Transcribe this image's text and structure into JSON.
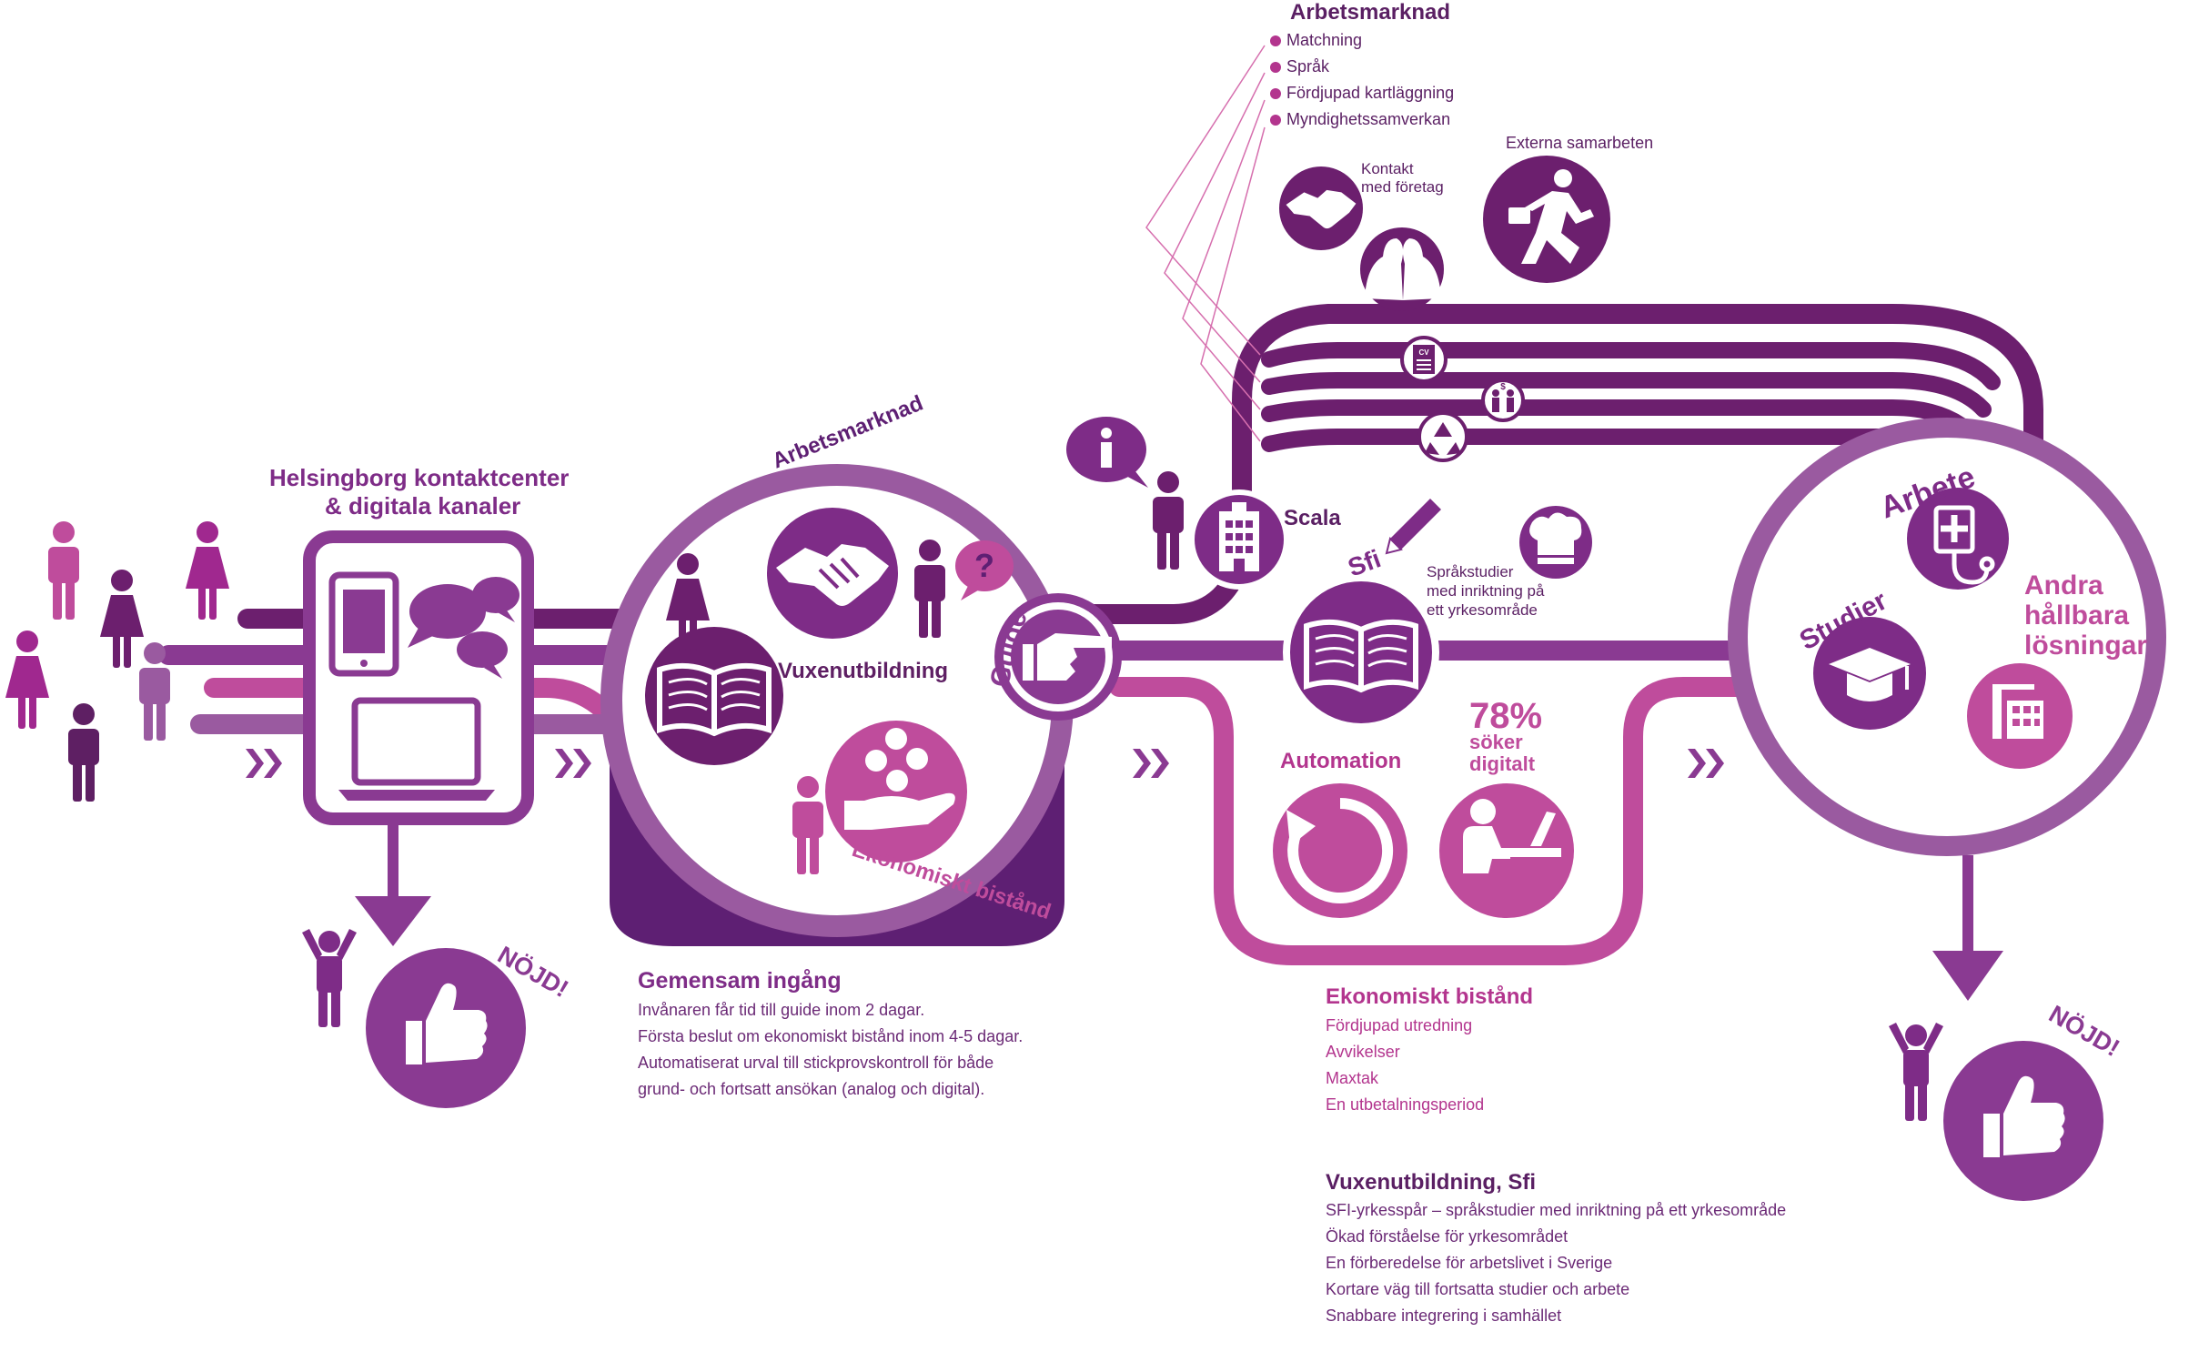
{
  "kontaktcenter": {
    "title_line1": "Helsingborg kontaktcenter",
    "title_line2": "& digitala kanaler"
  },
  "nojd_label": "NÖJD!",
  "hub": {
    "arbetsmarknad": "Arbetsmarknad",
    "vuxenutbildning": "Vuxenutbildning",
    "ekonomiskt": "Ekonomiskt bistånd",
    "guide": "Guide"
  },
  "gemensam": {
    "title": "Gemensam ingång",
    "lines": [
      "Invånaren får tid till guide inom 2 dagar.",
      "Första beslut om ekonomiskt bistånd inom 4-5 dagar.",
      "Automatiserat urval till stickprovskontroll för både",
      "grund- och fortsatt ansökan (analog och digital)."
    ]
  },
  "arbetsmarknad_top": {
    "title": "Arbetsmarknad",
    "items": [
      "Matchning",
      "Språk",
      "Fördjupad kartläggning",
      "Myndighetssamverkan"
    ]
  },
  "kontakt": {
    "line1": "Kontakt",
    "line2": "med företag"
  },
  "externa": "Externa samarbeten",
  "scala": "Scala",
  "sfi": "Sfi",
  "sprak": {
    "line1": "Språkstudier",
    "line2": "med inriktning på",
    "line3": "ett yrkesområde"
  },
  "automation": "Automation",
  "stat": {
    "value": "78%",
    "line1": "söker",
    "line2": "digitalt"
  },
  "cv_label": "CV",
  "ekonomiskt_panel": {
    "title": "Ekonomiskt bistånd",
    "items": [
      "Fördjupad utredning",
      "Avvikelser",
      "Maxtak",
      "En utbetalningsperiod"
    ]
  },
  "vux_panel": {
    "title": "Vuxenutbildning, Sfi",
    "items": [
      "SFI-yrkesspår – språkstudier med inriktning på ett yrkesområde",
      "Ökad förståelse för yrkesområdet",
      "En förberedelse för arbetslivet i Sverige",
      "Kortare väg till fortsatta studier och arbete",
      "Snabbare integrering i samhället"
    ]
  },
  "outcome": {
    "arbete": "Arbete",
    "studier": "Studier",
    "andra_line1": "Andra",
    "andra_line2": "hållbara",
    "andra_line3": "lösningar"
  },
  "icons": {
    "people": "person-icon",
    "tablet": "tablet-icon",
    "laptop": "laptop-icon",
    "chat": "chat-bubbles-icon",
    "thumb": "thumbs-up-icon",
    "handshake": "handshake-icon",
    "book": "open-book-icon",
    "coins": "coins-hand-icon",
    "hand": "pointing-hand-icon",
    "info": "info-icon",
    "question": "question-icon",
    "building": "building-icon",
    "pencil": "pencil-icon",
    "chef": "chef-hat-icon",
    "runner": "runner-icon",
    "heads": "heads-icon",
    "recycle": "recycle-icon",
    "refresh": "refresh-icon",
    "computer_user": "computer-user-icon",
    "medical": "medical-icon",
    "graduation": "graduation-cap-icon",
    "construction": "construction-icon"
  },
  "colors": {
    "dark": "#6c1f6e",
    "purple": "#8a3a92",
    "mid": "#9a5aa0",
    "pink": "#bf4c9c",
    "light_pink": "#d66fae",
    "dark_blob": "#5e1f73"
  }
}
